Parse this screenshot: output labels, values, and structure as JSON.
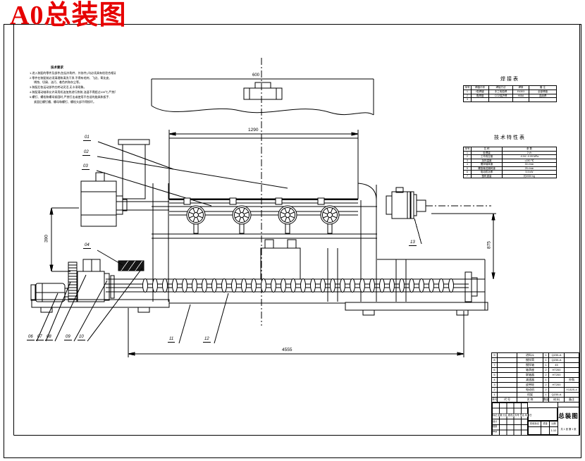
{
  "page_title": "A0总装图",
  "notes": {
    "heading": "技术要求",
    "lines": [
      "1.进入装配的零件及部件(包括外购件、外协件),均必须具有检验合格证方能进行装配。",
      "2.零件在装配前必须清理和清洗干净,不得有毛刺、飞边、氧化皮、",
      "锈蚀、切屑、油污、着色剂和灰尘等。",
      "3.装配后各运动部件应转动灵活,无卡滞现象。",
      "4.装配滚动轴承允许采用机油加热进行热装,油温不得超过100℃,严禁用火焰直接加热。",
      "5.螺钉、螺栓和螺母紧固时,严禁打击或使用不合适的旋具和扳手,",
      "紧固后螺钉槽、螺母和螺钉、螺栓头部不得损坏。"
    ]
  },
  "dimensions": {
    "top_width": "600",
    "drum_length": "1290",
    "left_height": "390",
    "right_height": "875",
    "overall_length": "4555"
  },
  "part_labels": {
    "p01": "01",
    "p02": "02",
    "p03": "03",
    "p04": "04",
    "p06": "06",
    "p07": "07",
    "p08": "08",
    "p09": "09",
    "p10": "10",
    "p11": "11",
    "p12": "12",
    "p13": "13"
  },
  "weld_table": {
    "title": "焊接表",
    "rows": [
      [
        "序号",
        "焊缝代号",
        "焊接方法",
        "焊条",
        "备 注"
      ],
      [
        "1",
        "Ⅰ型焊缝",
        "手工电弧焊",
        "E4303",
        "全部焊缝"
      ],
      [
        "2",
        "角焊缝",
        "CO2保护焊",
        "H08A",
        "连续焊"
      ],
      [
        "3",
        "",
        "",
        "",
        ""
      ]
    ]
  },
  "tech_table": {
    "title": "技术特性表",
    "rows": [
      [
        "序号",
        "名  称",
        "参  数"
      ],
      [
        "1",
        "处理量",
        "2 t/h"
      ],
      [
        "2",
        "工作真空度",
        "-0.04~-0.09 MPa"
      ],
      [
        "3",
        "加热温度",
        "≤150 ℃"
      ],
      [
        "4",
        "搅拌轴转速",
        "30 r/min"
      ],
      [
        "5",
        "螺旋输送器转速",
        "25 r/min"
      ],
      [
        "6",
        "电动机功率",
        "5.5 kW"
      ],
      [
        "7",
        "整机重量",
        "约2000 kg"
      ]
    ]
  },
  "bom_table": {
    "rows": [
      [
        "9",
        "",
        "进料斗",
        "1",
        "Q235-A",
        ""
      ],
      [
        "8",
        "",
        "搅拌筒",
        "1",
        "Q235-A",
        ""
      ],
      [
        "7",
        "",
        "搅拌轴",
        "1",
        "45",
        ""
      ],
      [
        "6",
        "",
        "轴承座",
        "2",
        "HT200",
        ""
      ],
      [
        "5",
        "",
        "联轴器",
        "2",
        "HT200",
        ""
      ],
      [
        "4",
        "",
        "减速器",
        "1",
        "",
        "外购"
      ],
      [
        "3",
        "",
        "皮带轮",
        "2",
        "HT200",
        ""
      ],
      [
        "2",
        "",
        "电动机",
        "2",
        "",
        "Y132S-4"
      ],
      [
        "1",
        "",
        "机架",
        "1",
        "Q235-A",
        ""
      ],
      [
        "序号",
        "代 号",
        "名  称",
        "数量",
        "材  料",
        "备注"
      ]
    ]
  },
  "title_block": {
    "title": "总装图",
    "marks_row": "标记 处数 分区 更改文件号 签名 年月日",
    "role_design": "设计",
    "role_check": "校核",
    "role_audit": "审核",
    "stage_label": "阶段标记",
    "weight_label": "重量",
    "scale_label": "比例",
    "scale_value": "1:10",
    "sheet_info": "共 1 张 第 1 张"
  }
}
